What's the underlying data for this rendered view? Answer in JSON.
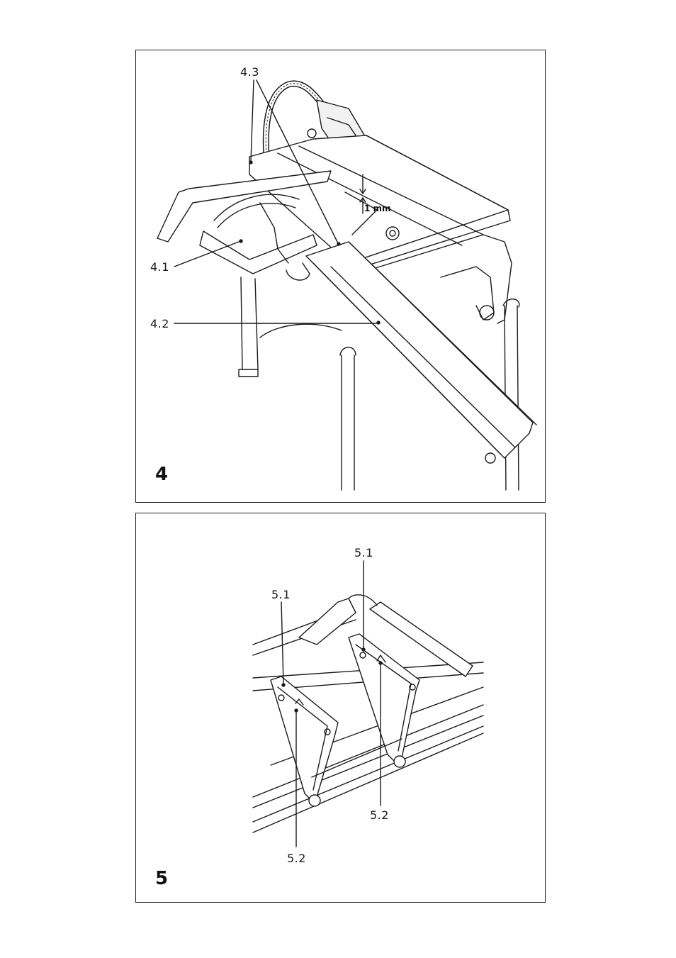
{
  "figure4": {
    "number": "4",
    "callouts": {
      "c41": "4.1",
      "c42": "4.2",
      "c43": "4.3"
    },
    "dimension": "1 mm"
  },
  "figure5": {
    "number": "5",
    "callouts": {
      "c51a": "5.1",
      "c51b": "5.1",
      "c52a": "5.2",
      "c52b": "5.2"
    }
  }
}
